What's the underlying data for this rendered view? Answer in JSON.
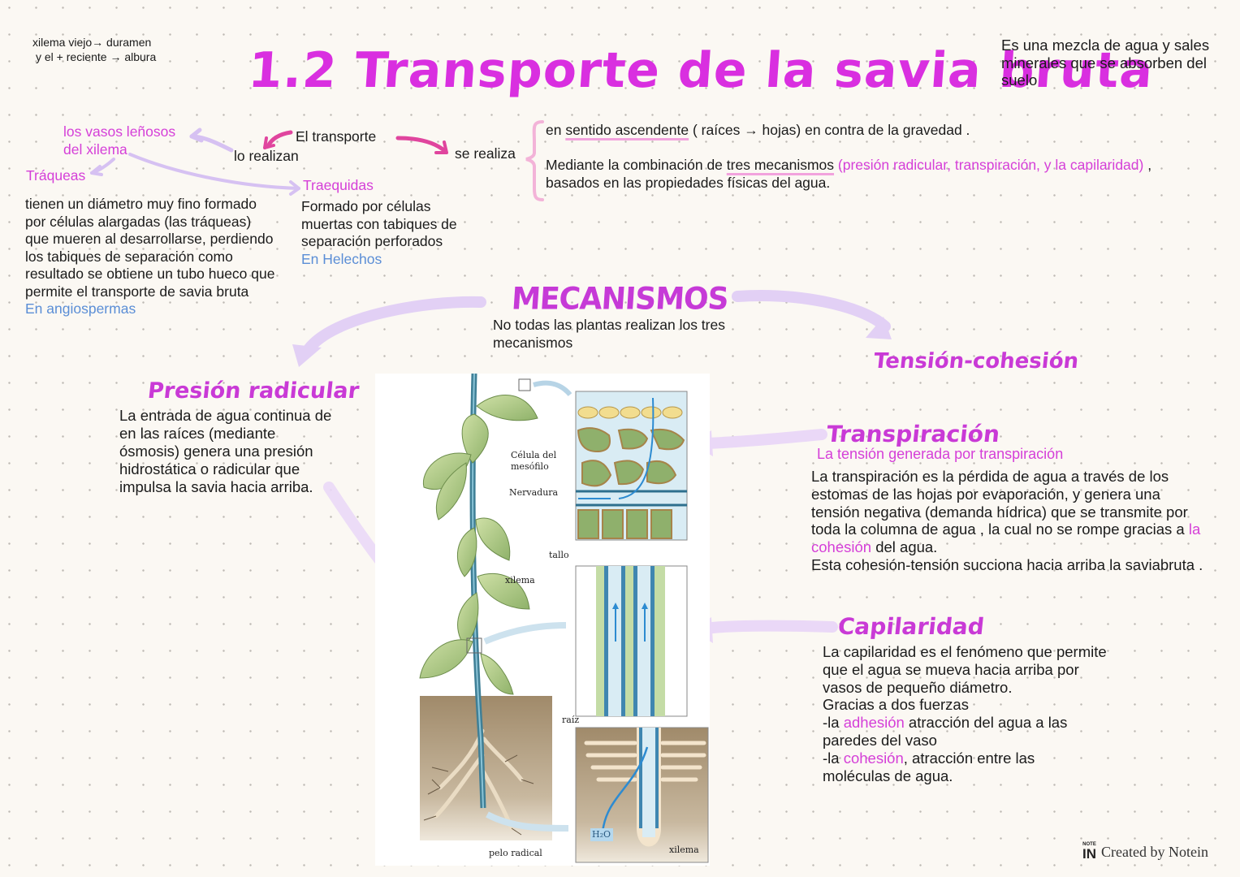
{
  "title": "1.2 Transporte de la savia bruta",
  "corner_note": {
    "line1": "xilema viejo→ duramen",
    "line2": "y el + reciente → albura"
  },
  "definition": {
    "line1": "Es una mezcla de agua y sales",
    "line2": "minerales que se absorben del",
    "line3": "suelo"
  },
  "flow": {
    "subject": "El transporte",
    "who_label": "lo realizan",
    "how_label": "se realiza",
    "vessels_line1": "los vasos leñosos",
    "vessels_line2": "del xilema",
    "points": {
      "p1_pre": "en ",
      "p1_underline": "sentido ascendente",
      "p1_post": " ( raíces → hojas) en contra de la gravedad .",
      "p2_pre": "Mediante la combinación de ",
      "p2_underline": "tres mecanismos",
      "p2_pink": " (presión radicular, transpiración,  y la capilaridad)",
      "p2_post": " ,",
      "p2_line2": "basados en las propiedades físicas del agua."
    }
  },
  "traqueas": {
    "heading": "Tráqueas",
    "lines": [
      "tienen un diámetro muy fino formado",
      "por células alargadas (las tráqueas)",
      "que mueren al desarrollarse, perdiendo",
      "los tabiques de separación como",
      "resultado se obtiene un tubo hueco que",
      "permite el transporte de savia bruta"
    ],
    "note": "En angiospermas"
  },
  "traqueidas": {
    "heading": "Traequidas",
    "lines": [
      "Formado por células",
      "muertas con tabiques de",
      "separación perforados"
    ],
    "note": "En Helechos"
  },
  "mecanismos": {
    "heading": "MECANISMOS",
    "line1": "No todas las plantas realizan los tres",
    "line2": "mecanismos"
  },
  "presion_radicular": {
    "heading": "Presión radicular",
    "lines": [
      "La entrada de agua continua de",
      "en las raíces (mediante",
      "ósmosis) genera una presión",
      "hidrostática o radicular que",
      "impulsa la savia hacia arriba."
    ]
  },
  "tension_cohesion": {
    "heading": "Tensión-cohesión"
  },
  "transpiracion": {
    "heading": "Transpiración",
    "subheading": "La tensión generada por transpiración",
    "lines": [
      "La transpiración es la pérdida de agua a través de los",
      "estomas de las hojas por evaporación,  y genera una",
      "tensión negativa (demanda hídrica) que se transmite por"
    ],
    "line4_pre": "toda la columna de agua , la cual no se rompe gracias a ",
    "line4_pink": "la",
    "line5_pink": "cohesión",
    "line5_post": " del agua.",
    "line6": "Esta cohesión-tensión succiona hacia arriba la saviabruta ."
  },
  "capilaridad": {
    "heading": "Capilaridad",
    "lines": [
      "La capilaridad es el fenómeno que permite",
      "que el agua se mueva hacia arriba por",
      "vasos de pequeño diámetro.",
      "Gracias a dos fuerzas"
    ],
    "adh_pre": "-la ",
    "adh_pink": "adhesión",
    "adh_post": " atracción del agua a las",
    "adh_line2": "paredes del vaso",
    "coh_pre": "-la ",
    "coh_pink": "cohesión",
    "coh_post": ",  atracción entre las",
    "coh_line2": "moléculas de agua."
  },
  "diagram": {
    "labels": {
      "mesofilo1": "Célula del",
      "mesofilo2": "mesófilo",
      "nervadura": "Nervadura",
      "tallo": "tallo",
      "xilema": "xilema",
      "raiz": "raíz",
      "pelo_radical": "pelo radical",
      "h2o": "H₂O",
      "xilema_raiz": "xilema"
    }
  },
  "footer": {
    "logo_top": "NOTE",
    "logo_main": "IN",
    "text": "Created by Notein"
  },
  "colors": {
    "title_pink": "#d92fe0",
    "accent_pink": "#d53fd8",
    "note_blue": "#5b8ed6",
    "arrow_lilac": "#d9c2f2",
    "background": "#fbf8f3"
  }
}
